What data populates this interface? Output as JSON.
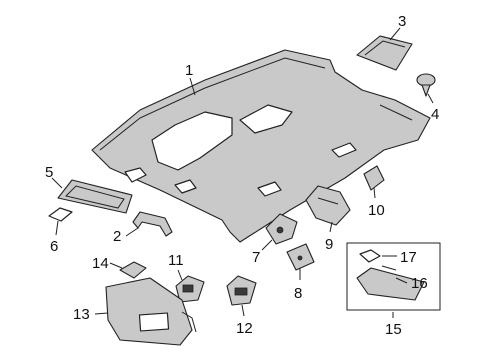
{
  "callouts": {
    "c1": "1",
    "c2": "2",
    "c3": "3",
    "c4": "4",
    "c5": "5",
    "c6": "6",
    "c7": "7",
    "c8": "8",
    "c9": "9",
    "c10": "10",
    "c11": "11",
    "c12": "12",
    "c13": "13",
    "c14": "14",
    "c15": "15",
    "c16": "16",
    "c17": "17"
  },
  "colors": {
    "ink": "#222222",
    "part_fill": "#c9c9c9",
    "background": "#ffffff"
  }
}
